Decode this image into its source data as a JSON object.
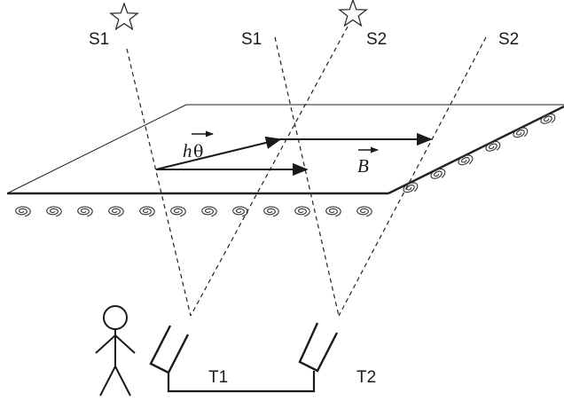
{
  "labels": {
    "star_left": "S1",
    "mid_s1": "S1",
    "star_right": "S2",
    "far_s2": "S2",
    "telescope1": "T1",
    "telescope2": "T2",
    "vec_h_letter": "h",
    "vec_theta": "θ",
    "vec_B": "B"
  },
  "icons": {
    "star": "star-icon",
    "observer": "stick-figure-icon",
    "telescope": "telescope-icon",
    "vortex": "spiral-icon"
  },
  "colors": {
    "ink": "#222222",
    "background": "#ffffff"
  }
}
